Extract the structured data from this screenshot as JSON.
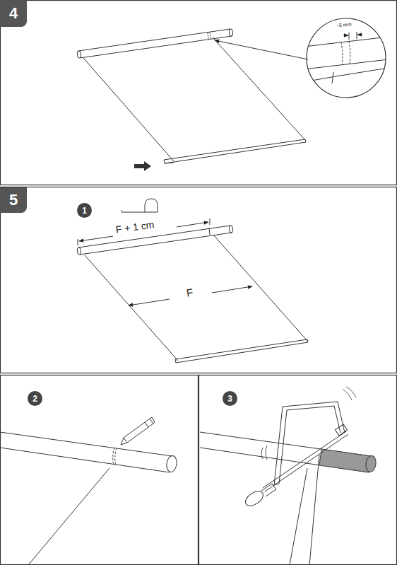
{
  "diagram": {
    "nodes": [
      {
        "text": [
          "4"
        ]
      },
      {
        "text": [
          "5"
        ]
      },
      {
        "text": [
          "1"
        ]
      },
      {
        "text": [
          "2"
        ]
      },
      {
        "text": [
          "3"
        ]
      }
    ],
    "labels": [
      "~5 mm",
      "F + 1 cm",
      "F"
    ]
  }
}
